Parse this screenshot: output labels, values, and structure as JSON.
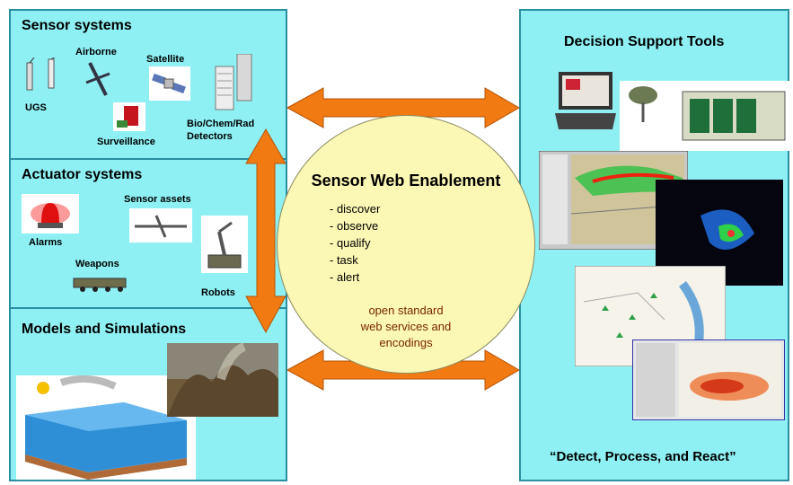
{
  "colors": {
    "panel_fill": "#8ff0f4",
    "panel_border": "#2a8fa0",
    "circle_fill": "#fbf7b4",
    "arrow_fill": "#f27a12",
    "tagline_text": "#7a2600"
  },
  "left": {
    "sensor": {
      "title": "Sensor systems",
      "labels": {
        "ugs": "UGS",
        "airborne": "Airborne",
        "satellite": "Satellite",
        "surveillance": "Surveillance",
        "biochem_line1": "Bio/Chem/Rad",
        "biochem_line2": "Detectors"
      }
    },
    "actuator": {
      "title": "Actuator systems",
      "labels": {
        "alarms": "Alarms",
        "sensor_assets": "Sensor assets",
        "weapons": "Weapons",
        "robots": "Robots"
      }
    },
    "models": {
      "title": "Models and Simulations"
    }
  },
  "center": {
    "title": "Sensor Web Enablement",
    "bullets": [
      "- discover",
      "- observe",
      "- qualify",
      "- task",
      "- alert"
    ],
    "tagline": [
      "open standard",
      "web services and",
      "encodings"
    ]
  },
  "right": {
    "title": "Decision Support Tools",
    "quote": "“Detect, Process, and React”"
  }
}
